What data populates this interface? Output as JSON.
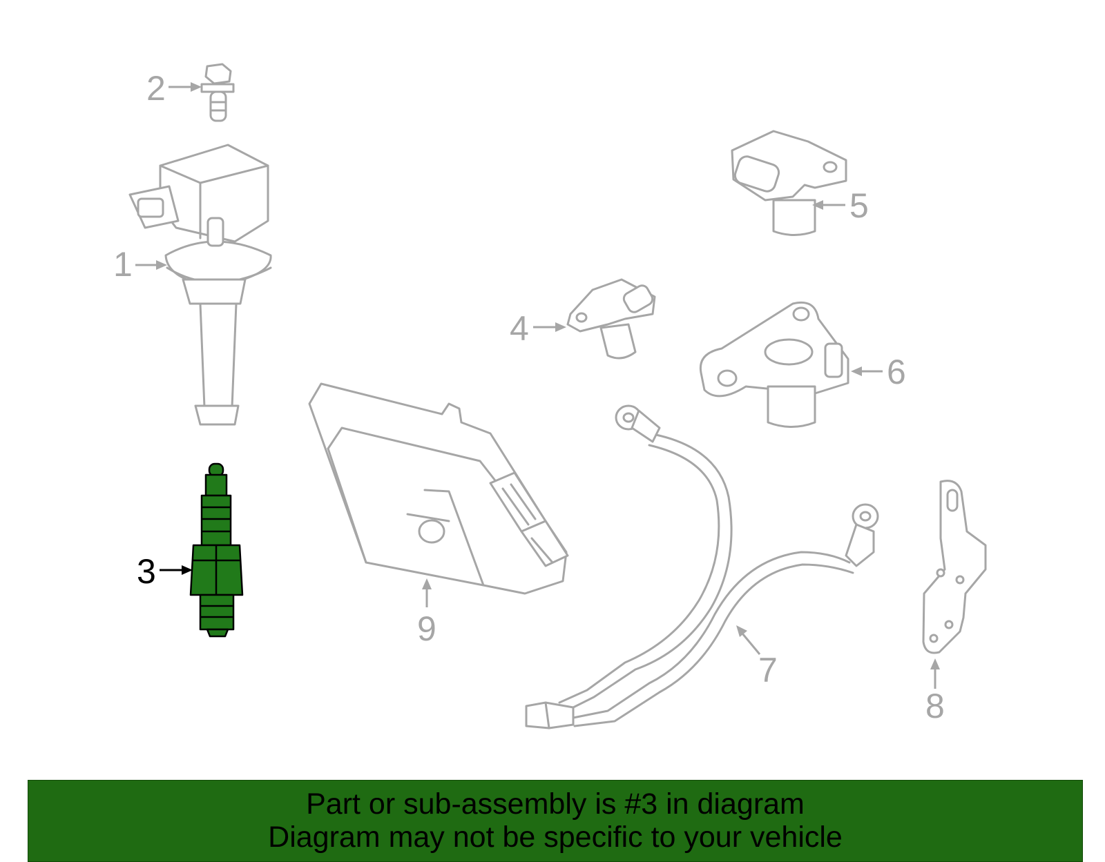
{
  "diagram": {
    "callouts": {
      "c1": "1",
      "c2": "2",
      "c3": "3",
      "c4": "4",
      "c5": "5",
      "c6": "6",
      "c7": "7",
      "c8": "8",
      "c9": "9"
    },
    "highlighted_part": "3",
    "colors": {
      "highlight": "#217a1a",
      "outline": "#a6a6a6",
      "banner": "#1f6b12"
    }
  },
  "banner": {
    "line1": "Part or sub-assembly is #3 in diagram",
    "line2": "Diagram may not be specific to your vehicle"
  }
}
